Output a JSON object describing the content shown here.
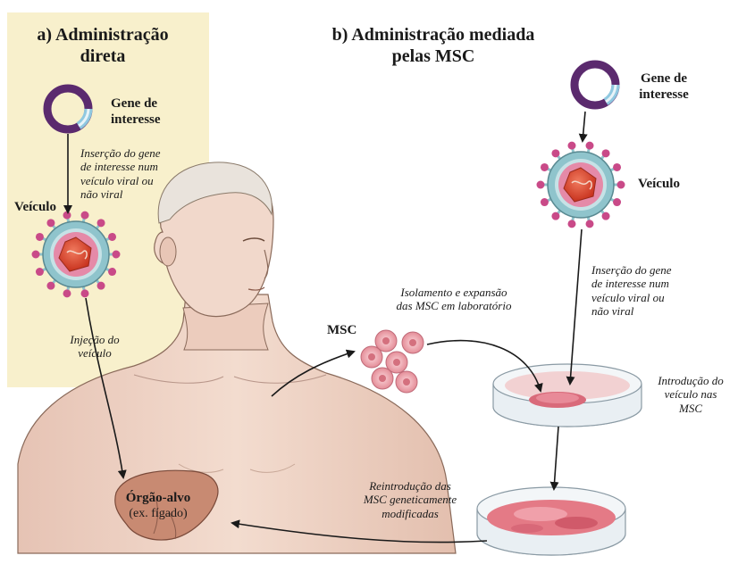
{
  "panel_a": {
    "title_line1": "a) Administração",
    "title_line2": "direta",
    "gene_line1": "Gene de",
    "gene_line2": "interesse",
    "insertion_lines": [
      "Inserção do gene",
      "de interesse num",
      "veículo viral ou",
      "não viral"
    ],
    "vehicle": "Veículo",
    "injection_lines": [
      "Injeção do",
      "veículo"
    ]
  },
  "panel_b": {
    "title_line1": "b) Administração mediada",
    "title_line2": "pelas MSC",
    "gene_line1": "Gene de",
    "gene_line2": "interesse",
    "vehicle": "Veículo",
    "insertion_lines": [
      "Inserção do gene",
      "de interesse num",
      "veículo viral ou",
      "não viral"
    ],
    "isolation_lines": [
      "Isolamento e expansão",
      "das MSC em laboratório"
    ],
    "msc": "MSC",
    "introduction_lines": [
      "Introdução do",
      "veículo nas",
      "MSC"
    ],
    "reintroduction_lines": [
      "Reintrodução das",
      "MSC geneticamente",
      "modificadas"
    ]
  },
  "target": {
    "organ": "Órgão-alvo",
    "example": "(ex. fígado)"
  },
  "colors": {
    "panel_a_bg": "#f8f0cc",
    "plasmid_ring": "#5b2a6e",
    "plasmid_insert": "#8fc8e0",
    "virus_capsid": "#8fc4cc",
    "virus_spike": "#c94a88",
    "virus_core": "#d8402a",
    "skin": "#f0d6c8",
    "liver": "#c98870",
    "cell": "#efa6ae",
    "dish_glass": "#e6edf1"
  }
}
